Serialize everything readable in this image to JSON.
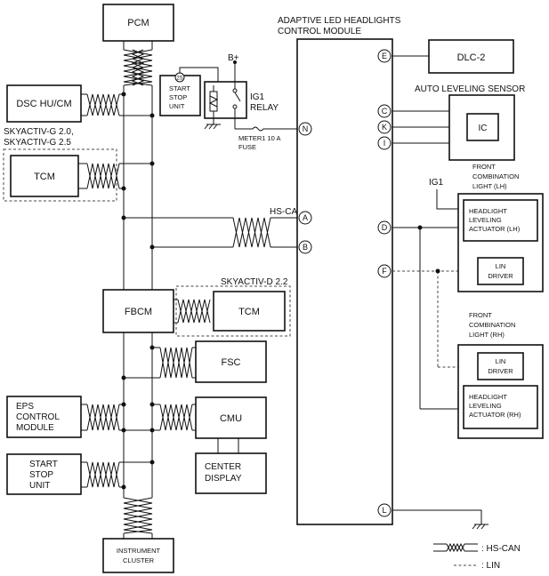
{
  "modules": {
    "pcm": "PCM",
    "dsc": "DSC HU/CM",
    "tcm_g": "TCM",
    "fbcm": "FBCM",
    "tcm_d": "TCM",
    "fsc": "FSC",
    "eps_line1": "EPS",
    "eps_line2": "CONTROL",
    "eps_line3": "MODULE",
    "cmu": "CMU",
    "center_line1": "CENTER",
    "center_line2": "DISPLAY",
    "sss_line1": "START",
    "sss_line2": "STOP",
    "sss_line3": "UNIT",
    "ic_line1": "INSTRUMENT",
    "ic_line2": "CLUSTER",
    "dlc": "DLC-2",
    "ic": "IC",
    "small_sss_line1": "START",
    "small_sss_line2": "STOP",
    "small_sss_line3": "UNIT",
    "lin_lh_line1": "LIN",
    "lin_lh_line2": "DRIVER",
    "lin_rh_line1": "LIN",
    "lin_rh_line2": "DRIVER",
    "act_lh_line1": "HEADLIGHT",
    "act_lh_line2": "LEVELING",
    "act_lh_line3": "ACTUATOR (LH)",
    "act_rh_line1": "HEADLIGHT",
    "act_rh_line2": "LEVELING",
    "act_rh_line3": "ACTUATOR (RH)"
  },
  "labels": {
    "control_module_line1": "ADAPTIVE LED HEADLIGHTS",
    "control_module_line2": "CONTROL MODULE",
    "skyactiv_g_line1": "SKYACTIV-G 2.0,",
    "skyactiv_g_line2": "SKYACTIV-G 2.5",
    "skyactiv_d": "SKYACTIV-D 2.2",
    "auto_leveling": "AUTO LEVELING SENSOR",
    "front_lh_line1": "FRONT",
    "front_lh_line2": "COMBINATION",
    "front_lh_line3": "LIGHT (LH)",
    "front_rh_line1": "FRONT",
    "front_rh_line1b": "COMBINATION",
    "front_rh_line3": "LIGHT (RH)",
    "b_plus": "B+",
    "ig1_relay_line1": "IG1",
    "ig1_relay_line2": "RELAY",
    "fuse_line1": "METER1 10 A",
    "fuse_line2": "FUSE",
    "hs_can": "HS-CAN",
    "ig1": "IG1",
    "relay_2s": "2S"
  },
  "pins": {
    "E": "E",
    "C": "C",
    "K": "K",
    "I": "I",
    "N": "N",
    "A": "A",
    "B": "B",
    "D": "D",
    "F": "F",
    "L": "L"
  },
  "legend": {
    "hs_can": ": HS-CAN",
    "lin": ": LIN"
  },
  "colors": {
    "line": "#111111",
    "lin_dash": "#444444",
    "background": "#ffffff"
  }
}
